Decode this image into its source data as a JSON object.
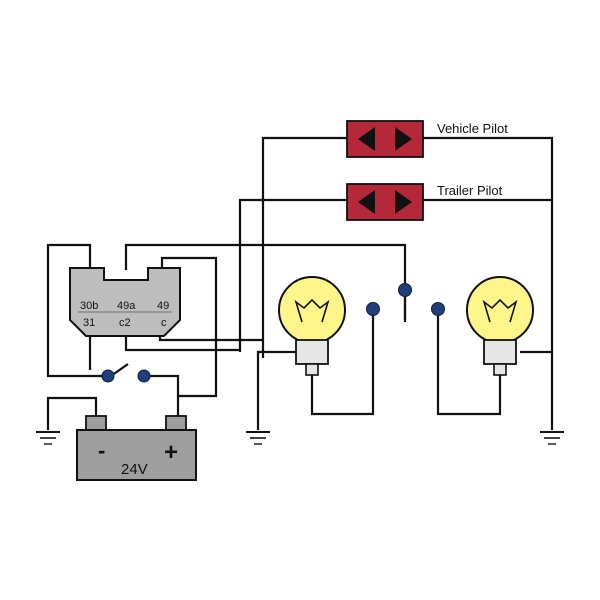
{
  "diagram": {
    "relay": {
      "pins_top": [
        "30b",
        "49a",
        "49"
      ],
      "pins_bottom": [
        "31",
        "c2",
        "c"
      ],
      "fill": "#bdbdbd"
    },
    "battery": {
      "negative": "-",
      "positive": "+",
      "voltage": "24V",
      "fill": "#9e9e9e"
    },
    "pilots": {
      "vehicle": "Vehicle Pilot",
      "trailer": "Trailer Pilot",
      "fill": "#b5283a"
    },
    "colors": {
      "wire": "#111111",
      "bulb_glass": "#fff58a",
      "bulb_base": "#e6e6e6",
      "contact": "#1f3f7a"
    },
    "icons": [
      "ground-icon",
      "bulb-icon",
      "switch-icon",
      "arrow-left-icon",
      "arrow-right-icon"
    ]
  }
}
